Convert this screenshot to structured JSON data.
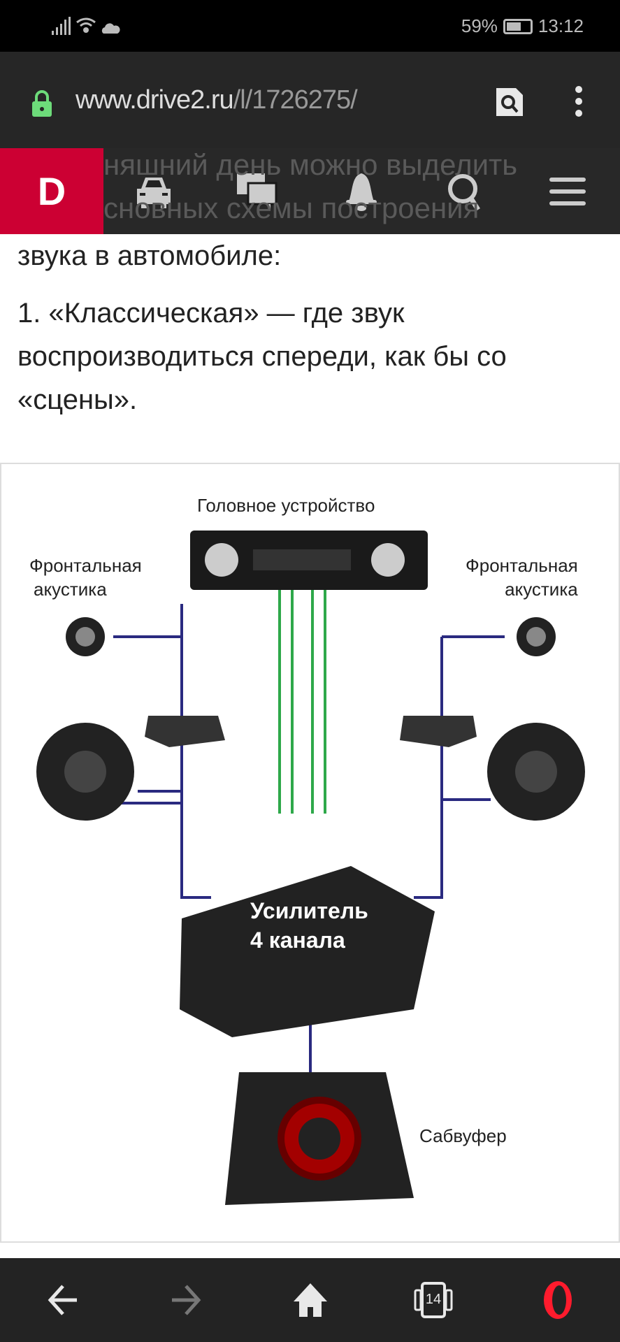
{
  "status": {
    "battery": "59%",
    "battery_level": 0.59,
    "time": "13:12"
  },
  "browser": {
    "url_domain": "www.drive2.ru",
    "url_path": "/l/1726275/",
    "tab_count": "14"
  },
  "site_nav": {
    "logo": "D"
  },
  "article": {
    "under_nav_lines": [
      "няшний день можно выделить",
      "сновных схемы построения"
    ],
    "paragraphs": [
      "звука в автомобиле:",
      "1. «Классическая» — где звук воспроизводиться спереди, как бы со «сцены»."
    ]
  },
  "diagram": {
    "head_unit": "Головное устройство",
    "front_left": [
      "Фронтальная",
      "акустика"
    ],
    "front_right": [
      "Фронтальная",
      "акустика"
    ],
    "amp": [
      "Усилитель",
      "4 канала"
    ],
    "sub": "Сабвуфер"
  }
}
